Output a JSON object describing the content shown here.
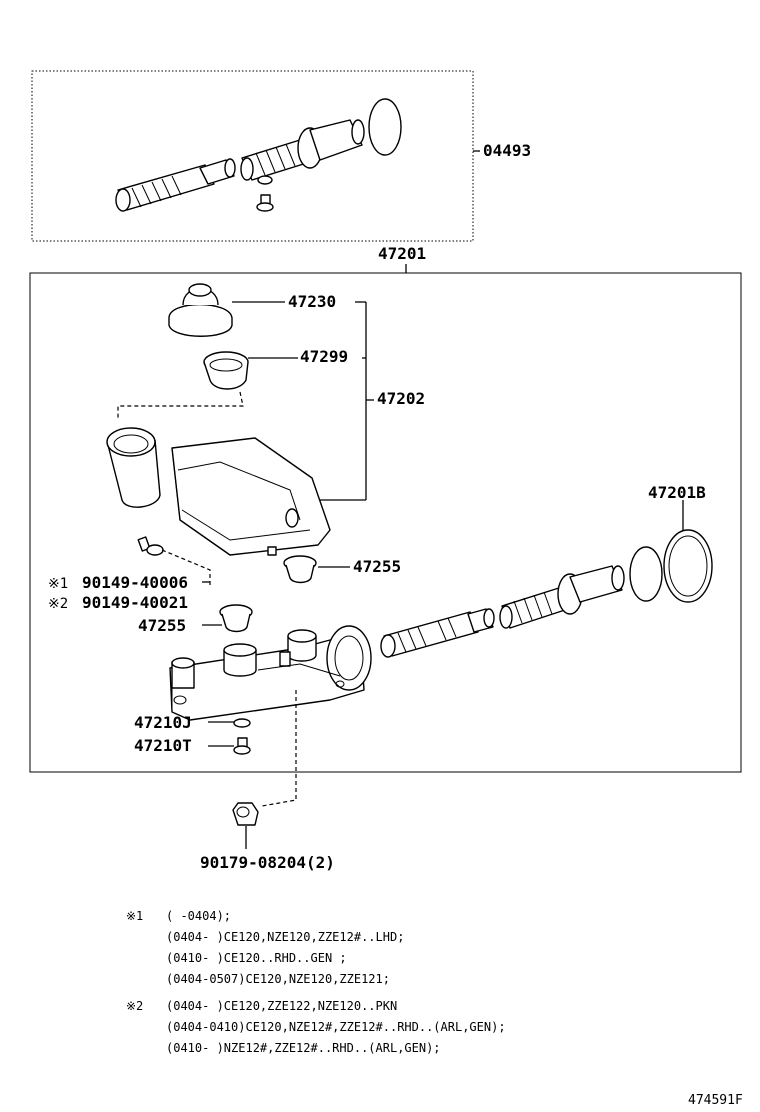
{
  "part_labels": {
    "kit_04493": "04493",
    "assy_47201": "47201",
    "cap_47230": "47230",
    "strainer_47299": "47299",
    "reservoir_47202": "47202",
    "oring_47201B": "47201B",
    "grommet_47255_right": "47255",
    "grommet_47255_left": "47255",
    "gasket_47210J": "47210J",
    "plug_47210T": "47210T",
    "union_90179": "90179-08204(2)"
  },
  "screw_callouts": [
    {
      "mark": "※1",
      "part": "90149-40006"
    },
    {
      "mark": "※2",
      "part": "90149-40021"
    }
  ],
  "notes": [
    {
      "mark": "※1",
      "lines": [
        "(      -0404);",
        "(0404-      )CE120,NZE120,ZZE12#..LHD;",
        "(0410-      )CE120..RHD..GEN ;",
        "(0404-0507)CE120,NZE120,ZZE121;"
      ]
    },
    {
      "mark": "※2",
      "lines": [
        "(0404-      )CE120,ZZE122,NZE120..PKN",
        "(0404-0410)CE120,NZE12#,ZZE12#..RHD..(ARL,GEN);",
        "(0410-      )NZE12#,ZZE12#..RHD..(ARL,GEN);"
      ]
    }
  ],
  "figure_id": "474591F"
}
